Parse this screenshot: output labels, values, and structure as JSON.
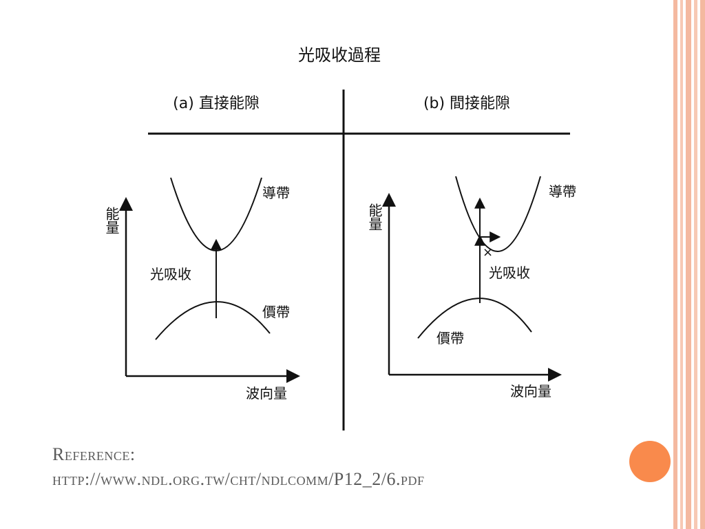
{
  "slide": {
    "title": "光吸收過程",
    "panel_a": {
      "heading": "(a) 直接能隙",
      "y_axis_label": "能量",
      "x_axis_label": "波向量",
      "conduction_band": "導帶",
      "valence_band": "價帶",
      "absorption_label": "光吸收"
    },
    "panel_b": {
      "heading": "(b) 間接能隙",
      "y_axis_label": "能量",
      "x_axis_label": "波向量",
      "conduction_band": "導帶",
      "valence_band": "價帶",
      "absorption_label": "光吸收",
      "phonon_mark": "×"
    },
    "reference": {
      "label": "Reference:",
      "url": "http://www.ndl.org.tw/cht/ndlcomm/P12_2/6.pdf"
    }
  },
  "colors": {
    "accent_dot": "#f98a4c",
    "stripe": "#f4b9a0",
    "text_gray": "#5a5a5a",
    "diagram_ink": "#111111"
  }
}
